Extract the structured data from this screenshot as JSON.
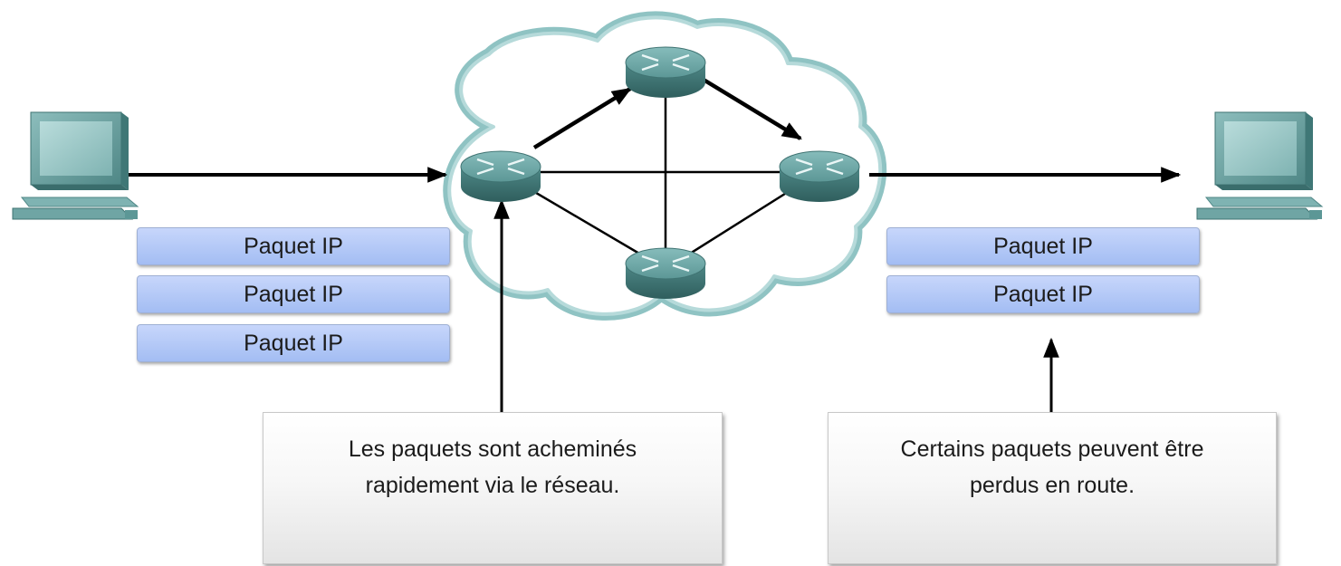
{
  "diagram": {
    "source_packets": [
      "Paquet IP",
      "Paquet IP",
      "Paquet IP"
    ],
    "destination_packets": [
      "Paquet IP",
      "Paquet IP"
    ],
    "callout_left": {
      "line1": "Les paquets sont acheminés",
      "line2": "rapidement via le réseau."
    },
    "callout_right": {
      "line1": "Certains paquets peuvent être",
      "line2": "perdus en route."
    },
    "colors": {
      "cloud_fill": "#9ccbcb",
      "router": "#5f9e9d",
      "computer": "#6fa5a4",
      "packet": "#b3c7f7"
    },
    "icons": [
      "computer-icon",
      "router-icon",
      "network-cloud"
    ]
  }
}
